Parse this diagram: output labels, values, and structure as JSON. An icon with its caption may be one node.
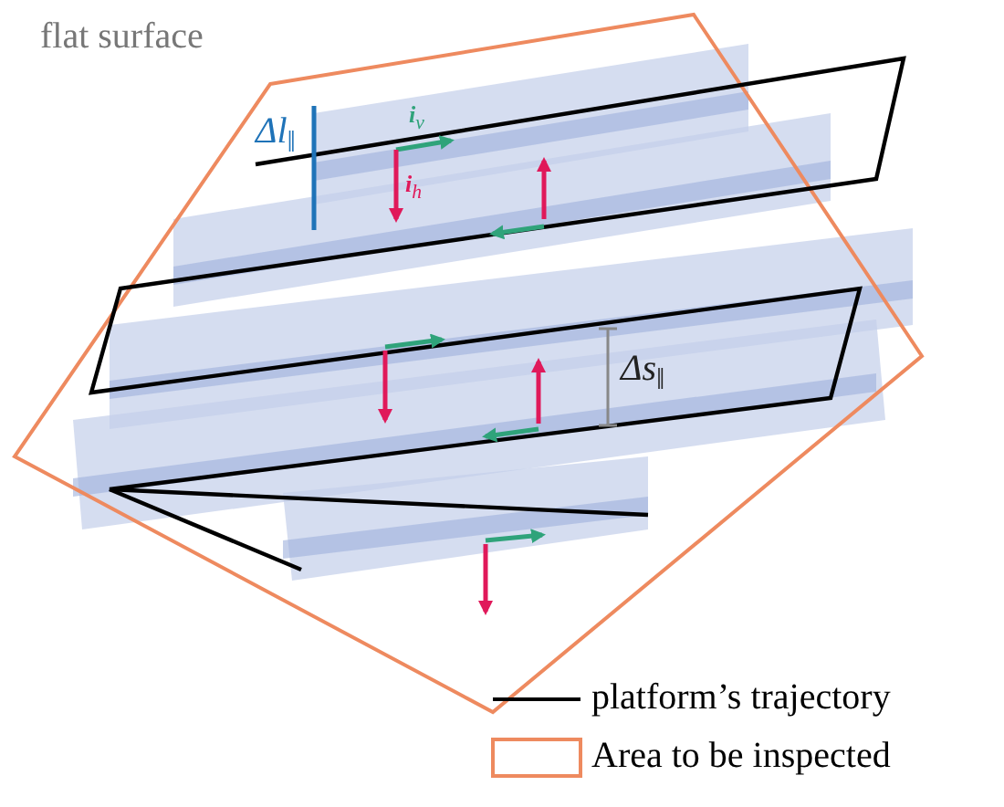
{
  "diagram": {
    "labels": [
      "flat surface",
      "Δl$_{‖}$",
      "**i**$_{v}$",
      "**i**$_{h}$",
      "Δs$_{‖}$"
    ],
    "legend": [
      {
        "text": "platform’s trajectory"
      },
      {
        "text": "Area to be inspected"
      }
    ]
  }
}
